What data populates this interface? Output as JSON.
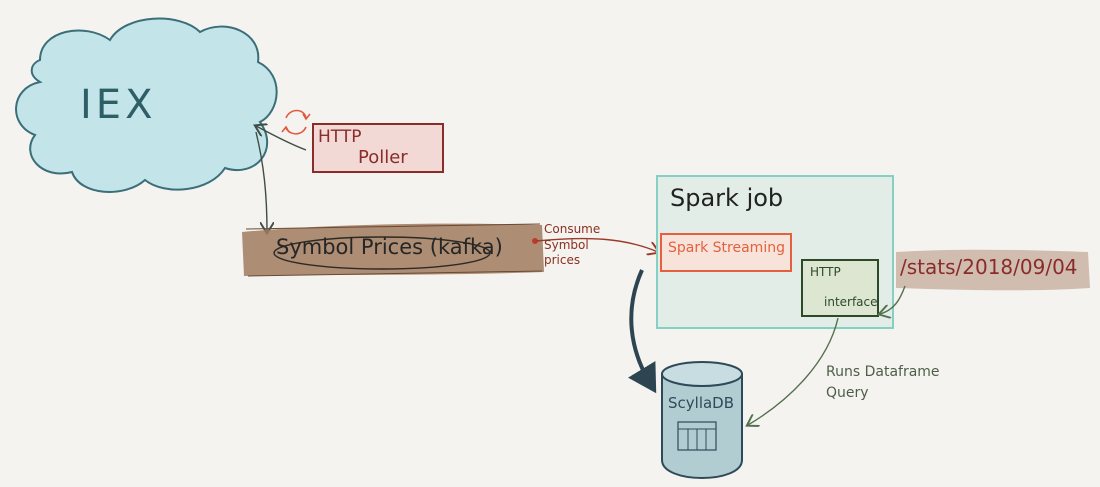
{
  "nodes": {
    "iex": {
      "label": "IEX"
    },
    "http_poller": {
      "line1": "HTTP",
      "line2": "Poller"
    },
    "kafka": {
      "label": "Symbol Prices (kafka)"
    },
    "spark_job": {
      "label": "Spark job"
    },
    "spark_streaming": {
      "label": "Spark Streaming"
    },
    "http_interface": {
      "line1": "HTTP",
      "line2": "interface"
    },
    "scylladb": {
      "label": "ScyllaDB"
    }
  },
  "edges": {
    "consume": {
      "label": "Consume Symbol prices"
    },
    "stats_endpoint": {
      "label": "/stats/2018/09/04"
    },
    "query": {
      "label": "Runs Dataframe Query"
    }
  },
  "colors": {
    "cloud_fill": "#c3e4e8",
    "cloud_stroke": "#3a6e78",
    "poller": "#8a2c2a",
    "kafka_band": "#a07a5e",
    "spark_job_fill": "#e2ede8",
    "spark_job_stroke": "#86cfc3",
    "streaming": "#e4603e",
    "http_interface": "#2c4a2a",
    "scylladb": "#b2cdd2",
    "arrow_dark": "#2d4550"
  }
}
